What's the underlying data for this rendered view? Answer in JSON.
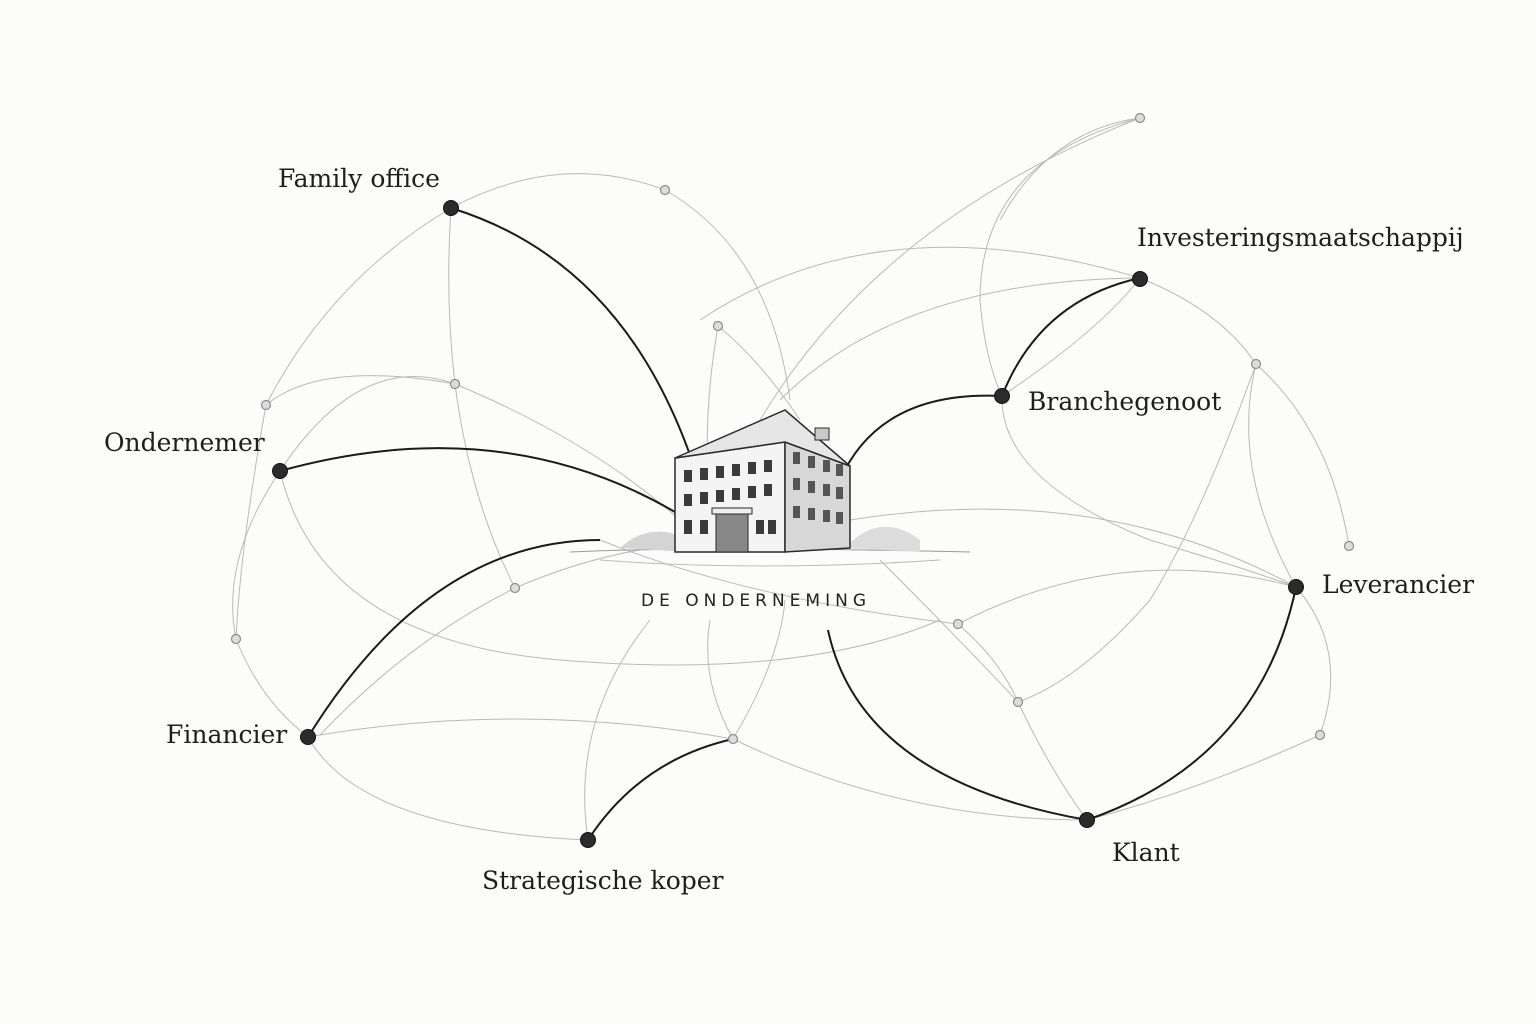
{
  "center": {
    "label": "DE ONDERNEMING",
    "icon": "building-icon"
  },
  "stakeholders": [
    {
      "id": "family-office",
      "label": "Family office"
    },
    {
      "id": "investeringsmaatschappij",
      "label": "Investeringsmaatschappij"
    },
    {
      "id": "ondernemer",
      "label": "Ondernemer"
    },
    {
      "id": "branchegenoot",
      "label": "Branchegenoot"
    },
    {
      "id": "leverancier",
      "label": "Leverancier"
    },
    {
      "id": "financier",
      "label": "Financier"
    },
    {
      "id": "strategische-koper",
      "label": "Strategische koper"
    },
    {
      "id": "klant",
      "label": "Klant"
    }
  ],
  "colors": {
    "background": "#fcfcfb",
    "primary_node": "#2b2b2b",
    "secondary_node": "#d9d9d9",
    "strong_link": "#1a1a1a",
    "faint_link": "#b8b8b8"
  }
}
